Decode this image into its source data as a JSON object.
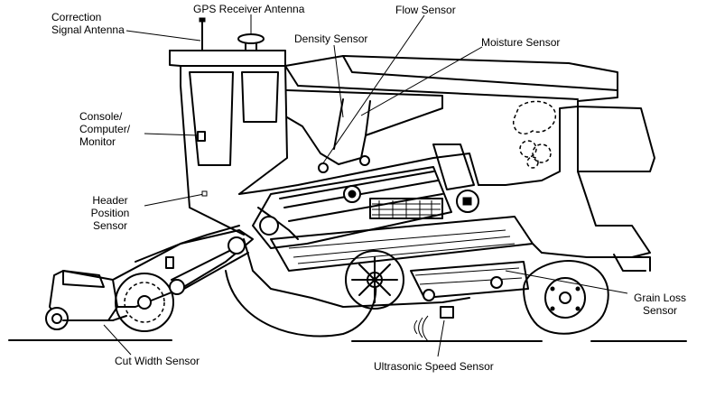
{
  "labels": {
    "correction_signal_antenna": "Correction\nSignal Antenna",
    "gps_receiver_antenna": "GPS Receiver Antenna",
    "flow_sensor": "Flow Sensor",
    "density_sensor": "Density Sensor",
    "moisture_sensor": "Moisture Sensor",
    "console_computer_monitor": "Console/\nComputer/\nMonitor",
    "header_position_sensor": "Header\nPosition\nSensor",
    "grain_loss_sensor": "Grain Loss\nSensor",
    "cut_width_sensor": "Cut Width Sensor",
    "ultrasonic_speed_sensor": "Ultrasonic Speed Sensor"
  }
}
